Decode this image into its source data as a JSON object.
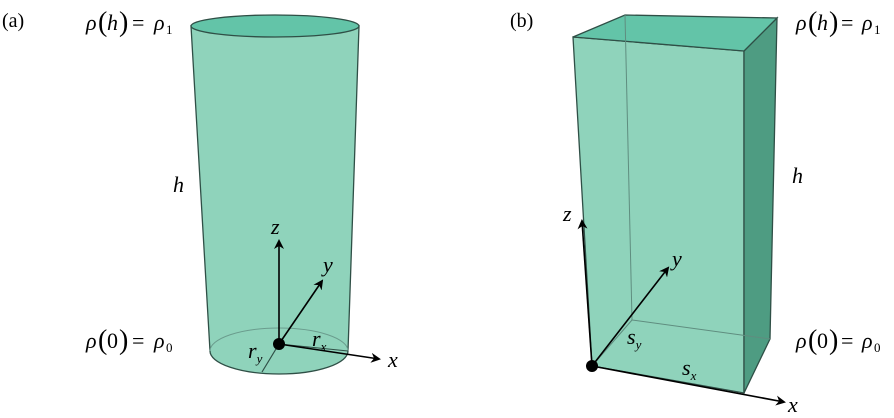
{
  "panel_a": {
    "label": "(a)",
    "top_eq": {
      "rho": "ρ",
      "arg": "h",
      "eq": "=",
      "rho2": "ρ",
      "sub": "1"
    },
    "bottom_eq": {
      "rho": "ρ",
      "arg": "0",
      "eq": "=",
      "rho2": "ρ",
      "sub": "0"
    },
    "height_label": "h",
    "axis_x": "x",
    "axis_y": "y",
    "axis_z": "z",
    "radius_x": {
      "main": "r",
      "sub": "x"
    },
    "radius_y": {
      "main": "r",
      "sub": "y"
    }
  },
  "panel_b": {
    "label": "(b)",
    "top_eq": {
      "rho": "ρ",
      "arg": "h",
      "eq": "=",
      "rho2": "ρ",
      "sub": "1"
    },
    "bottom_eq": {
      "rho": "ρ",
      "arg": "0",
      "eq": "=",
      "rho2": "ρ",
      "sub": "0"
    },
    "height_label": "h",
    "axis_x": "x",
    "axis_y": "y",
    "axis_z": "z",
    "side_x": {
      "main": "s",
      "sub": "x"
    },
    "side_y": {
      "main": "s",
      "sub": "y"
    }
  },
  "colors": {
    "fill": "#8fd3bb",
    "top": "#63c4a8",
    "side_dark": "#4e9c82",
    "edge": "#2f4f46"
  }
}
